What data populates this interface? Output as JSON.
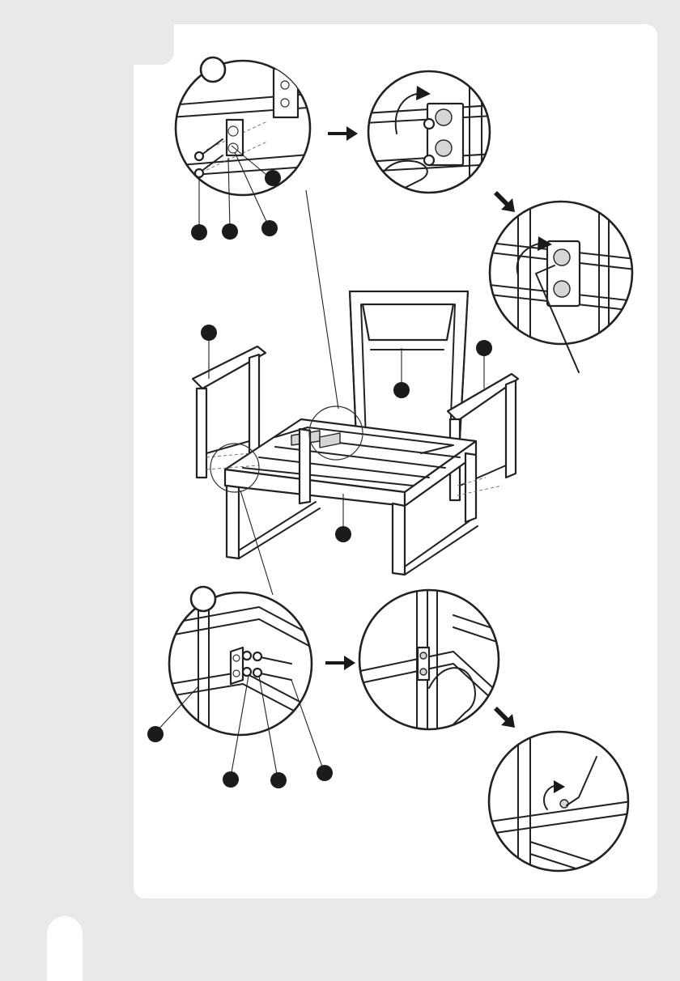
{
  "colors": {
    "page_background": "#e9e9e9",
    "panel_background": "#ffffff",
    "line": "#222222",
    "callout_fill": "#1b1b1b"
  },
  "icons": {
    "step_arrow": "right-arrow-icon",
    "step_arrow_down": "down-right-arrow-icon",
    "tool": "allen-key-icon",
    "hand": "hand-icon",
    "rotation": "clockwise-rotation-icon"
  },
  "callouts": {
    "count": 13,
    "labels": [
      "",
      "",
      "",
      "",
      "",
      "",
      "",
      "",
      "",
      "",
      "",
      "",
      ""
    ]
  },
  "steps": [
    {
      "id": "top-detail",
      "label": ""
    },
    {
      "id": "bottom-detail",
      "label": ""
    }
  ]
}
